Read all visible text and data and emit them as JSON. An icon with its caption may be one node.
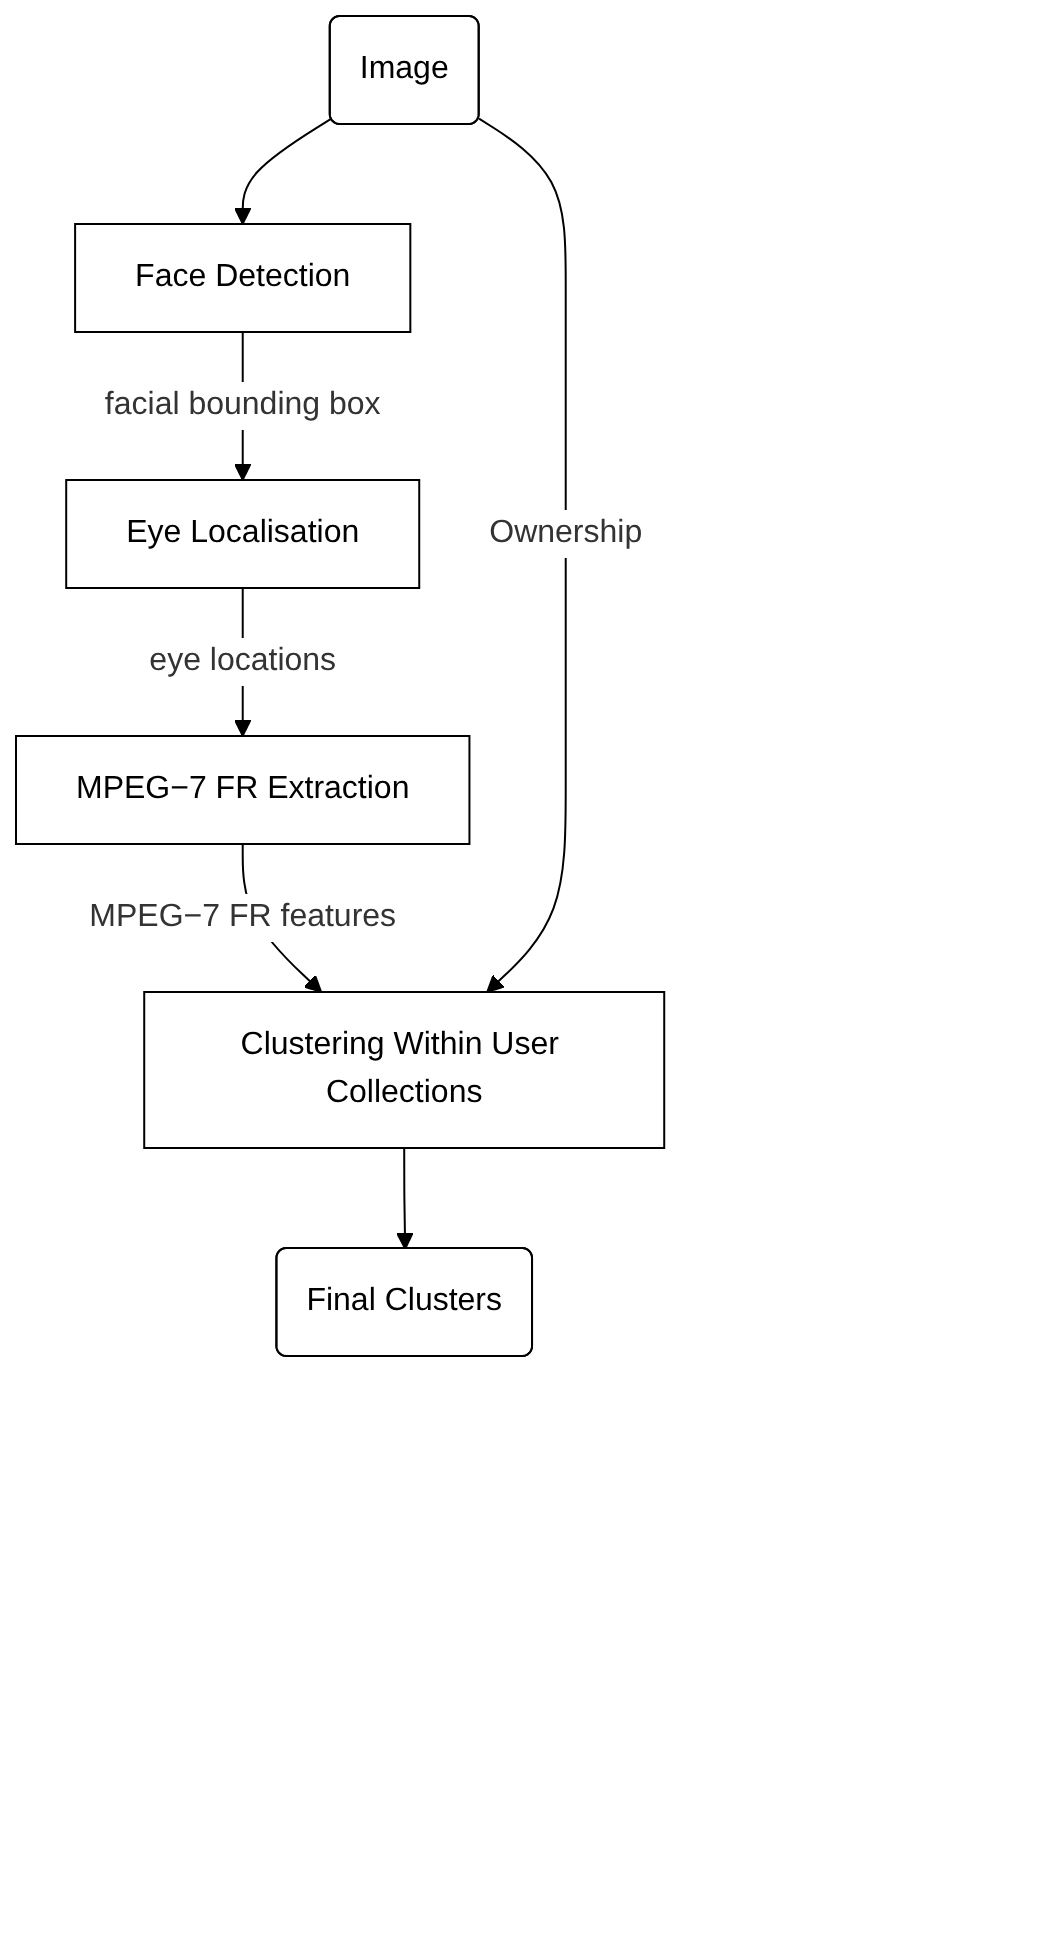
{
  "diagram": {
    "nodes": [
      {
        "text": [
          "Image"
        ]
      },
      {
        "text": [
          "Face Detection"
        ]
      },
      {
        "text": [
          "Eye Localisation"
        ]
      },
      {
        "text": [
          "MPEG−7 FR Extraction"
        ]
      },
      {
        "text": [
          "Clustering Within User Collections"
        ]
      },
      {
        "text": [
          "Final Clusters"
        ]
      }
    ],
    "edges": [
      {
        "from": 0,
        "to": 1,
        "arrow": "to"
      },
      {
        "from": 1,
        "to": 2,
        "arrow": "to",
        "label": "facial bounding box"
      },
      {
        "from": 2,
        "to": 3,
        "arrow": "to",
        "label": "eye locations"
      },
      {
        "from": 3,
        "to": 4,
        "arrow": "to",
        "label": "MPEG−7 FR features"
      },
      {
        "from": 0,
        "to": 4,
        "arrow": "to",
        "label": "Ownership"
      },
      {
        "from": 4,
        "to": 5,
        "arrow": "to"
      }
    ]
  }
}
